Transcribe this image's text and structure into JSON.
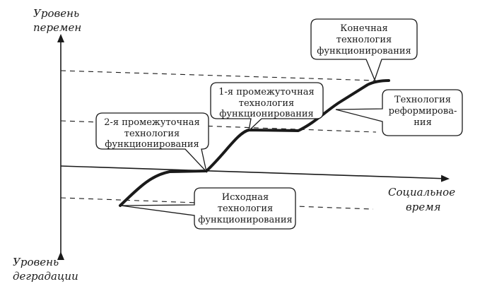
{
  "axes": {
    "y_top": [
      "Уровень",
      "перемен"
    ],
    "y_bottom": [
      "Уровень",
      "деградации"
    ],
    "x_right": [
      "Социальное",
      "время"
    ]
  },
  "callouts": {
    "final": [
      "Конечная",
      "технология",
      "функционирования"
    ],
    "reform": [
      "Технология",
      "реформирова-",
      "ния"
    ],
    "first_intermediate": [
      "1-я промежуточная",
      "технология",
      "функционирования"
    ],
    "second_intermediate": [
      "2-я промежуточная",
      "технология",
      "функционирования"
    ],
    "initial": [
      "Исходная",
      "технология",
      "функционирования"
    ]
  },
  "colors": {
    "ink": "#1a1a1a",
    "paper": "#ffffff"
  }
}
